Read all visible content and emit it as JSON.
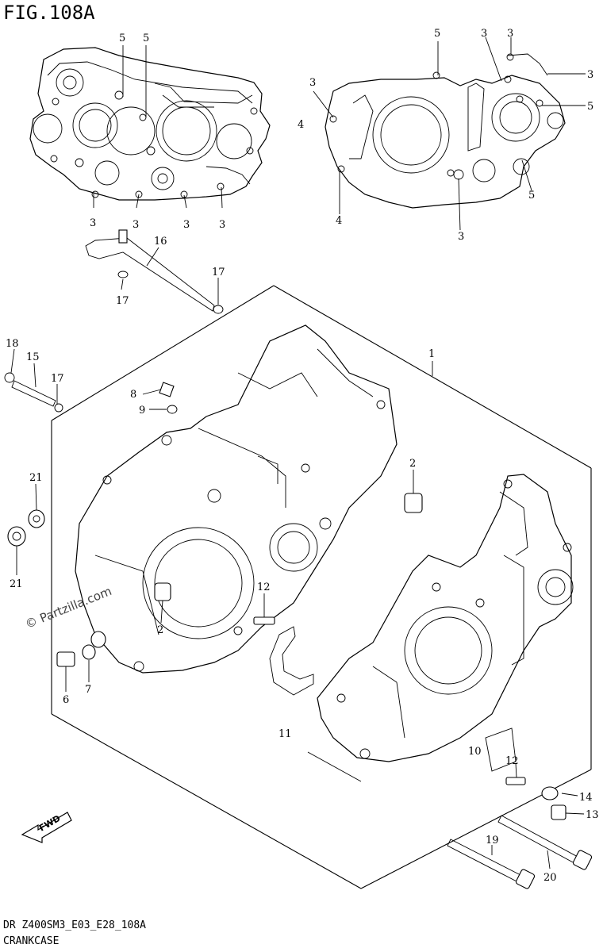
{
  "figure": {
    "title": "FIG.108A",
    "footer_code": "DR Z400SM3_E03_E28_108A",
    "footer_name": "CRANKCASE",
    "watermark": "© Partzilla.com",
    "fwd_label": "FWD"
  },
  "callouts": {
    "c1": "1",
    "c2a": "2",
    "c2b": "2",
    "c3a": "3",
    "c3b": "3",
    "c3c": "3",
    "c3d": "3",
    "c3e": "3",
    "c3f": "3",
    "c3g": "3",
    "c3h": "3",
    "c3i": "3",
    "c4a": "4",
    "c4b": "4",
    "c5a": "5",
    "c5b": "5",
    "c5c": "5",
    "c5d": "5",
    "c5e": "5",
    "c6": "6",
    "c7": "7",
    "c8": "8",
    "c9": "9",
    "c10": "10",
    "c11": "11",
    "c12a": "12",
    "c12b": "12",
    "c13": "13",
    "c14": "14",
    "c15": "15",
    "c16": "16",
    "c17a": "17",
    "c17b": "17",
    "c17c": "17",
    "c18": "18",
    "c19": "19",
    "c20": "20",
    "c21a": "21",
    "c21b": "21"
  }
}
